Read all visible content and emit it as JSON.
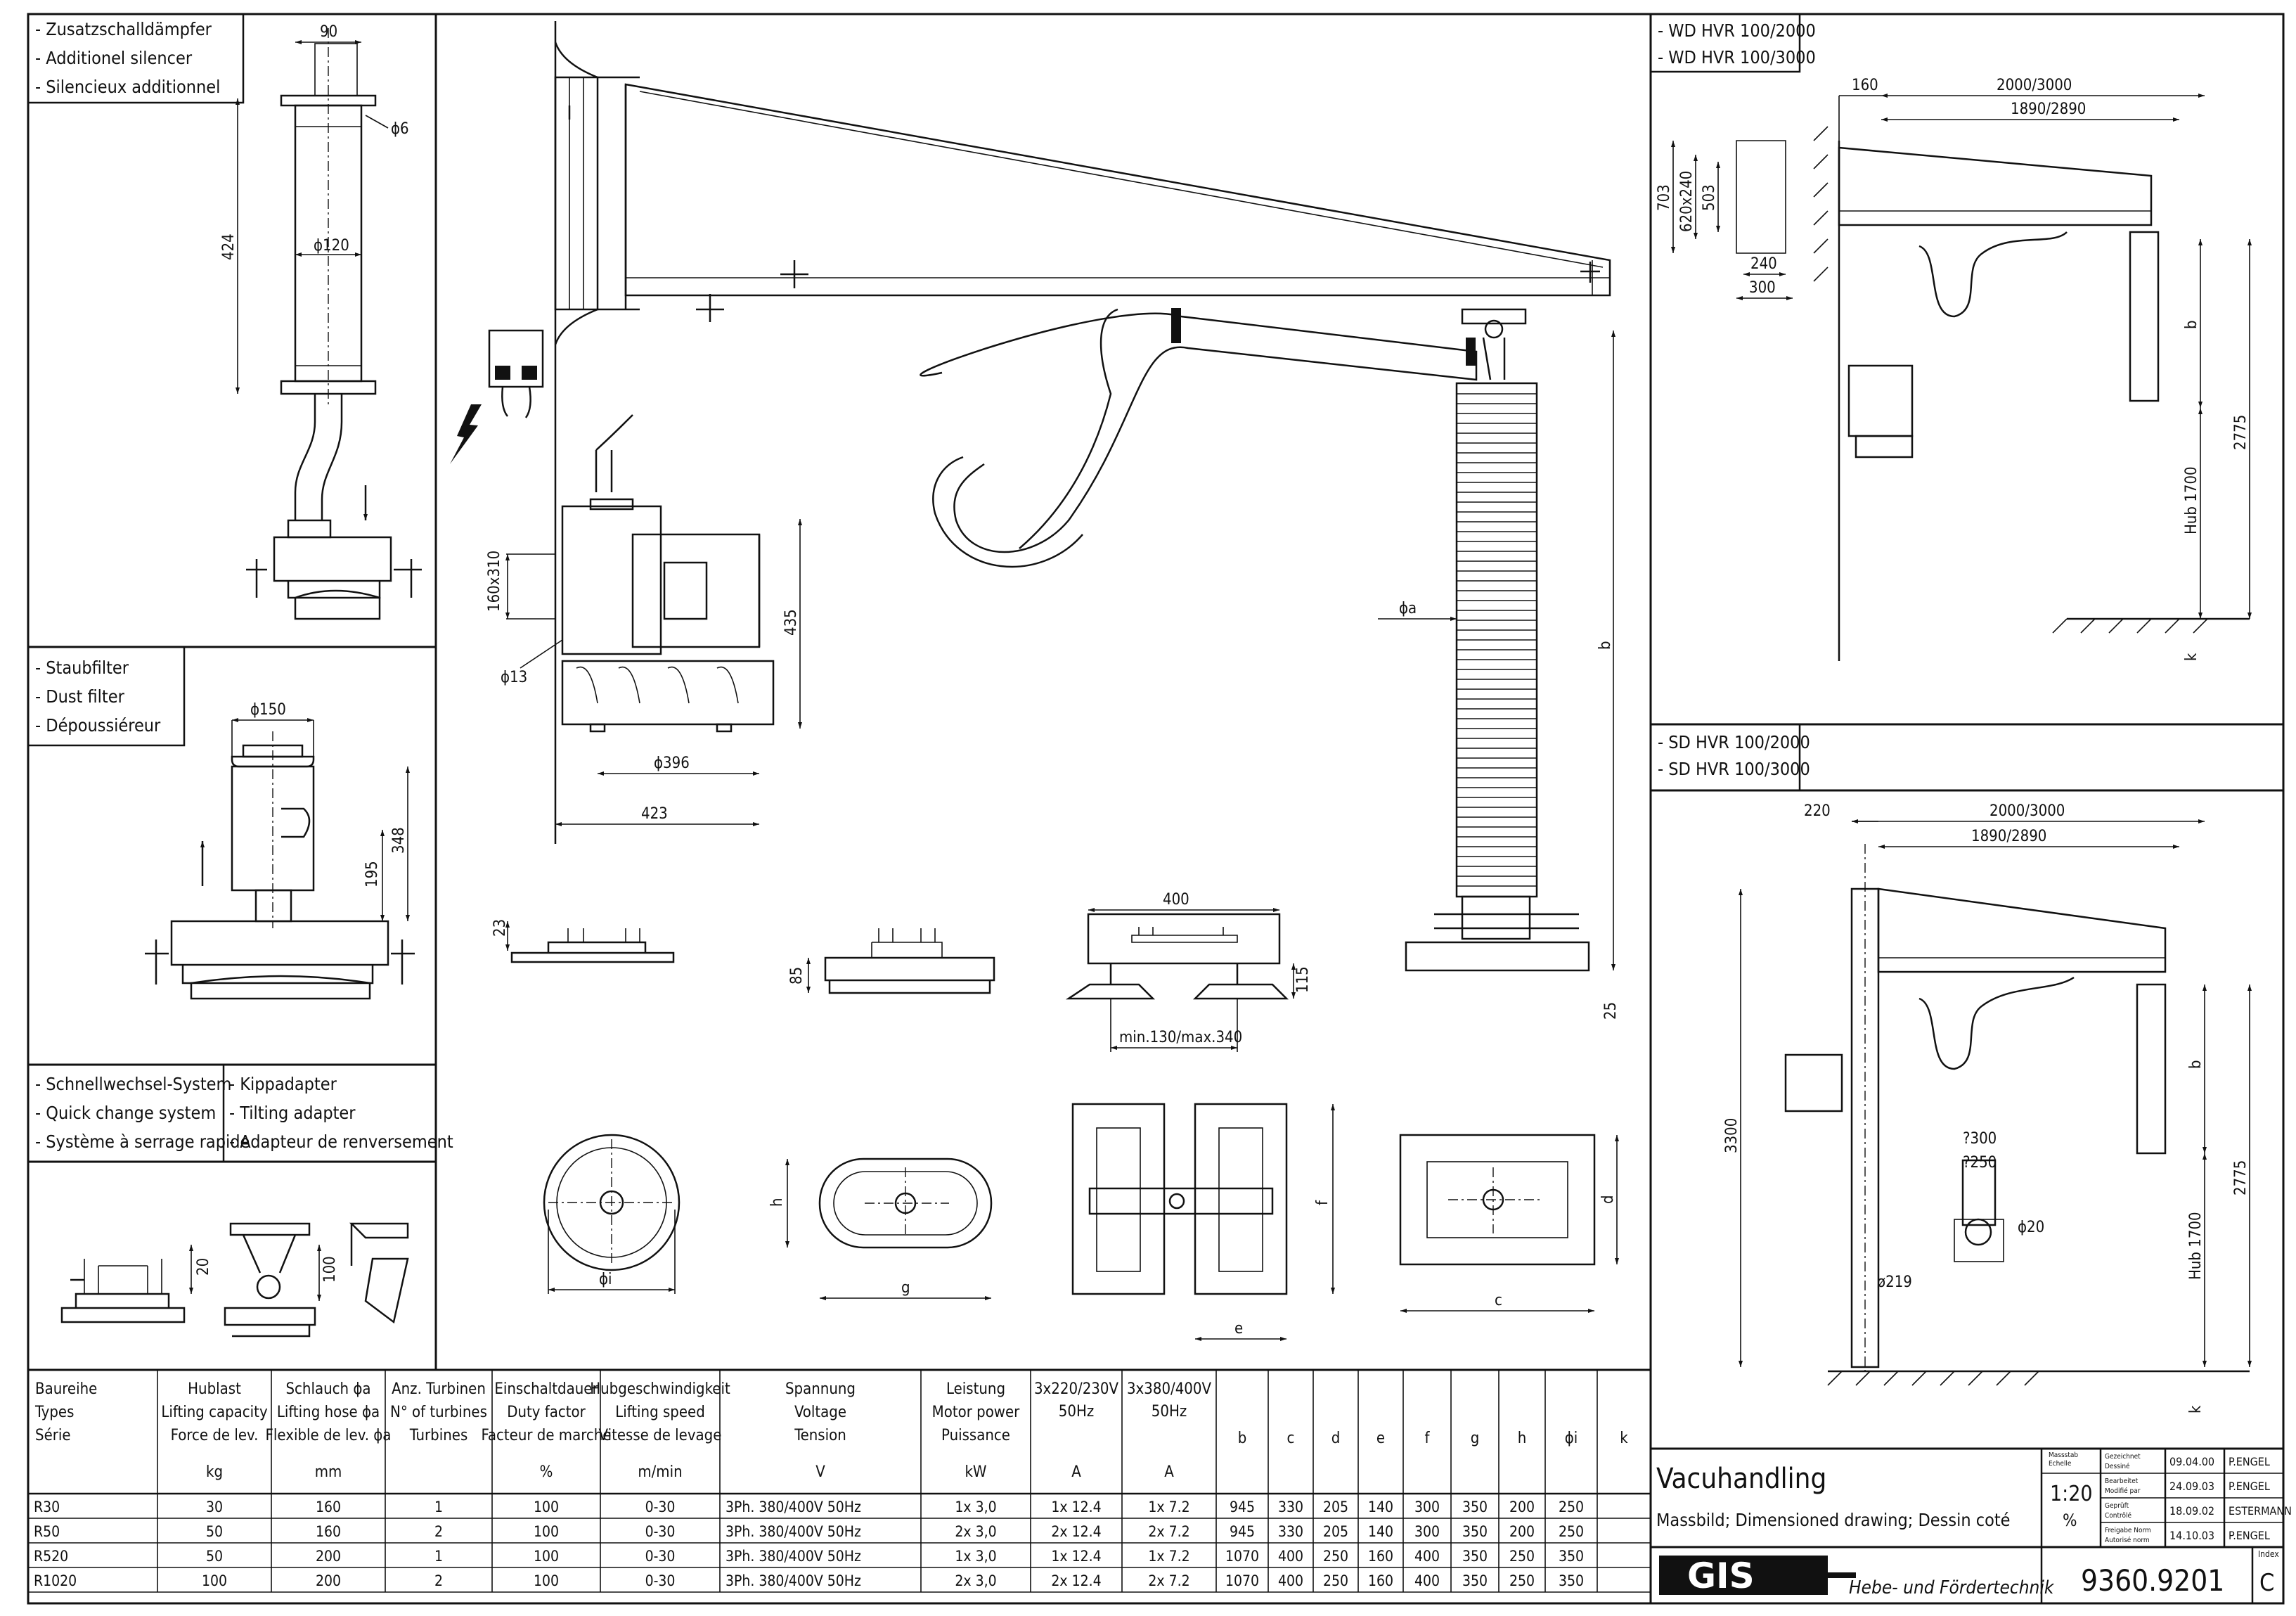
{
  "panels": {
    "silencer": [
      "- Zusatzschalldämpfer",
      "- Additionel silencer",
      "- Silencieux additionnel"
    ],
    "filter": [
      "- Staubfilter",
      "- Dust filter",
      "- Dépoussiéreur"
    ],
    "quick": [
      "- Schnellwechsel-System",
      "- Quick change system",
      "- Système à serrage rapide"
    ],
    "tilt": [
      "- Kippadapter",
      "- Tilting adapter",
      "- Adapteur de renversement"
    ],
    "wd": [
      "- WD HVR 100/2000",
      "- WD HVR 100/3000"
    ],
    "sd": [
      "- SD HVR 100/2000",
      "- SD HVR 100/3000"
    ]
  },
  "dims": {
    "sil_w": "90",
    "sil_d6": "ϕ6",
    "sil_d120": "ϕ120",
    "sil_h": "424",
    "f_d150": "ϕ150",
    "f_348": "348",
    "f_195": "195",
    "p160": "160x310",
    "p13": "ϕ13",
    "p435": "435",
    "p396": "ϕ396",
    "p423": "423",
    "phia": "ϕa",
    "b": "b",
    "d25": "25",
    "d23": "23",
    "d85": "85",
    "d115": "115",
    "d400": "400",
    "dmin": "min.130/max.340",
    "d20": "20",
    "d100": "100",
    "phii": "ϕi",
    "g": "g",
    "h": "h",
    "e": "e",
    "f": "f",
    "c": "c",
    "d": "d",
    "wd160": "160",
    "wd2000": "2000/3000",
    "wd1890": "1890/2890",
    "wd703": "703",
    "wd620": "620x240",
    "wd503": "503",
    "wd240": "240",
    "wd300": "300",
    "wdb": "b",
    "wd2775": "2775",
    "wdhub": "Hub 1700",
    "wdk": "k",
    "sd220": "220",
    "sd2000": "2000/3000",
    "sd1890": "1890/2890",
    "sd3300": "3300",
    "sd300": "?300",
    "sd250": "?250",
    "sd20": "ϕ20",
    "sd219": "ø219",
    "sdb": "b",
    "sd2775": "2775",
    "sdhub": "Hub 1700",
    "sdk": "k"
  },
  "table": {
    "headers": [
      [
        "Baureihe",
        "Types",
        "Série"
      ],
      [
        "Hublast",
        "Lifting capacity",
        "Force de lev.",
        "kg"
      ],
      [
        "Schlauch ϕa",
        "Lifting hose ϕa",
        "Flexible de lev. ϕa",
        "mm"
      ],
      [
        "Anz. Turbinen",
        "N° of turbines",
        "Turbines"
      ],
      [
        "Einschaltdauer",
        "Duty factor",
        "Facteur de marche",
        "%"
      ],
      [
        "Hubgeschwindigkeit",
        "Lifting speed",
        "Vitesse de levage",
        "m/min"
      ],
      [
        "Spannung",
        "Voltage",
        "Tension",
        "V"
      ],
      [
        "Leistung",
        "Motor power",
        "Puissance",
        "kW"
      ],
      [
        "3x220/230V",
        "50Hz",
        "A"
      ],
      [
        "3x380/400V",
        "50Hz",
        "A"
      ],
      [
        "b"
      ],
      [
        "c"
      ],
      [
        "d"
      ],
      [
        "e"
      ],
      [
        "f"
      ],
      [
        "g"
      ],
      [
        "h"
      ],
      [
        "ϕi"
      ],
      [
        "k"
      ]
    ],
    "rows": [
      [
        "R30",
        "30",
        "160",
        "1",
        "100",
        "0-30",
        "3Ph. 380/400V 50Hz",
        "1x 3,0",
        "1x 12.4",
        "1x 7.2",
        "945",
        "330",
        "205",
        "140",
        "300",
        "350",
        "200",
        "250",
        ""
      ],
      [
        "R50",
        "50",
        "160",
        "2",
        "100",
        "0-30",
        "3Ph. 380/400V 50Hz",
        "2x 3,0",
        "2x 12.4",
        "2x 7.2",
        "945",
        "330",
        "205",
        "140",
        "300",
        "350",
        "200",
        "250",
        ""
      ],
      [
        "R520",
        "50",
        "200",
        "1",
        "100",
        "0-30",
        "3Ph. 380/400V 50Hz",
        "1x 3,0",
        "1x 12.4",
        "1x 7.2",
        "1070",
        "400",
        "250",
        "160",
        "400",
        "350",
        "250",
        "350",
        ""
      ],
      [
        "R1020",
        "100",
        "200",
        "2",
        "100",
        "0-30",
        "3Ph. 380/400V 50Hz",
        "2x 3,0",
        "2x 12.4",
        "2x 7.2",
        "1070",
        "400",
        "250",
        "160",
        "400",
        "350",
        "250",
        "350",
        ""
      ]
    ]
  },
  "titleblock": {
    "title": "Vacuhandling",
    "subtitle": "Massbild; Dimensioned drawing; Dessin coté",
    "scale_label": [
      "Massstab",
      "Echelle"
    ],
    "scale": "1:20",
    "percent": "%",
    "rows": [
      [
        "Gezeichnet",
        "Dessiné",
        "09.04.00",
        "P.ENGEL"
      ],
      [
        "Bearbeitet",
        "Modifié par",
        "24.09.03",
        "P.ENGEL"
      ],
      [
        "Geprüft",
        "Contrôlé",
        "18.09.02",
        "ESTERMANN"
      ],
      [
        "Freigabe Norm",
        "Autorisé norm",
        "14.10.03",
        "P.ENGEL"
      ]
    ],
    "logo": "GIS",
    "company": "Hebe- und Fördertechnik",
    "number": "9360.9201",
    "index_label": "Index",
    "index": "C"
  }
}
